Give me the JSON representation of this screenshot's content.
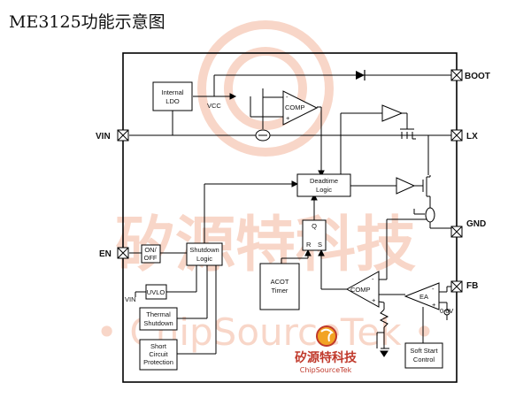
{
  "title": "ME3125功能示意图",
  "pins": {
    "vin": "VIN",
    "boot": "BOOT",
    "lx": "LX",
    "gnd": "GND",
    "en": "EN",
    "fb": "FB"
  },
  "blocks": {
    "ldo_line1": "Internal",
    "ldo_line2": "LDO",
    "vcc": "VCC",
    "comp_top": "COMP",
    "deadtime_line1": "Deadtime",
    "deadtime_line2": "Logic",
    "latch_q": "Q",
    "latch_r": "R",
    "latch_s": "S",
    "onoff_line1": "ON/",
    "onoff_line2": "OFF",
    "shutdown_line1": "Shutdown",
    "shutdown_line2": "Logic",
    "uvlo": "UVLO",
    "vin_small": "VIN",
    "thermal_line1": "Thermal",
    "thermal_line2": "Shutdown",
    "short_line1": "Short",
    "short_line2": "Circuit",
    "short_line3": "Protection",
    "acot_line1": "ACOT",
    "acot_line2": "Timer",
    "comp_bottom": "COMP",
    "ea": "EA",
    "vref": "0.6V",
    "softstart_line1": "Soft Start",
    "softstart_line2": "Control"
  },
  "watermark": {
    "cn": "矽源特科技",
    "en": "• ChipSourceTek •"
  },
  "logo": {
    "cn": "矽源特科技",
    "en": "ChipSourceTek"
  }
}
